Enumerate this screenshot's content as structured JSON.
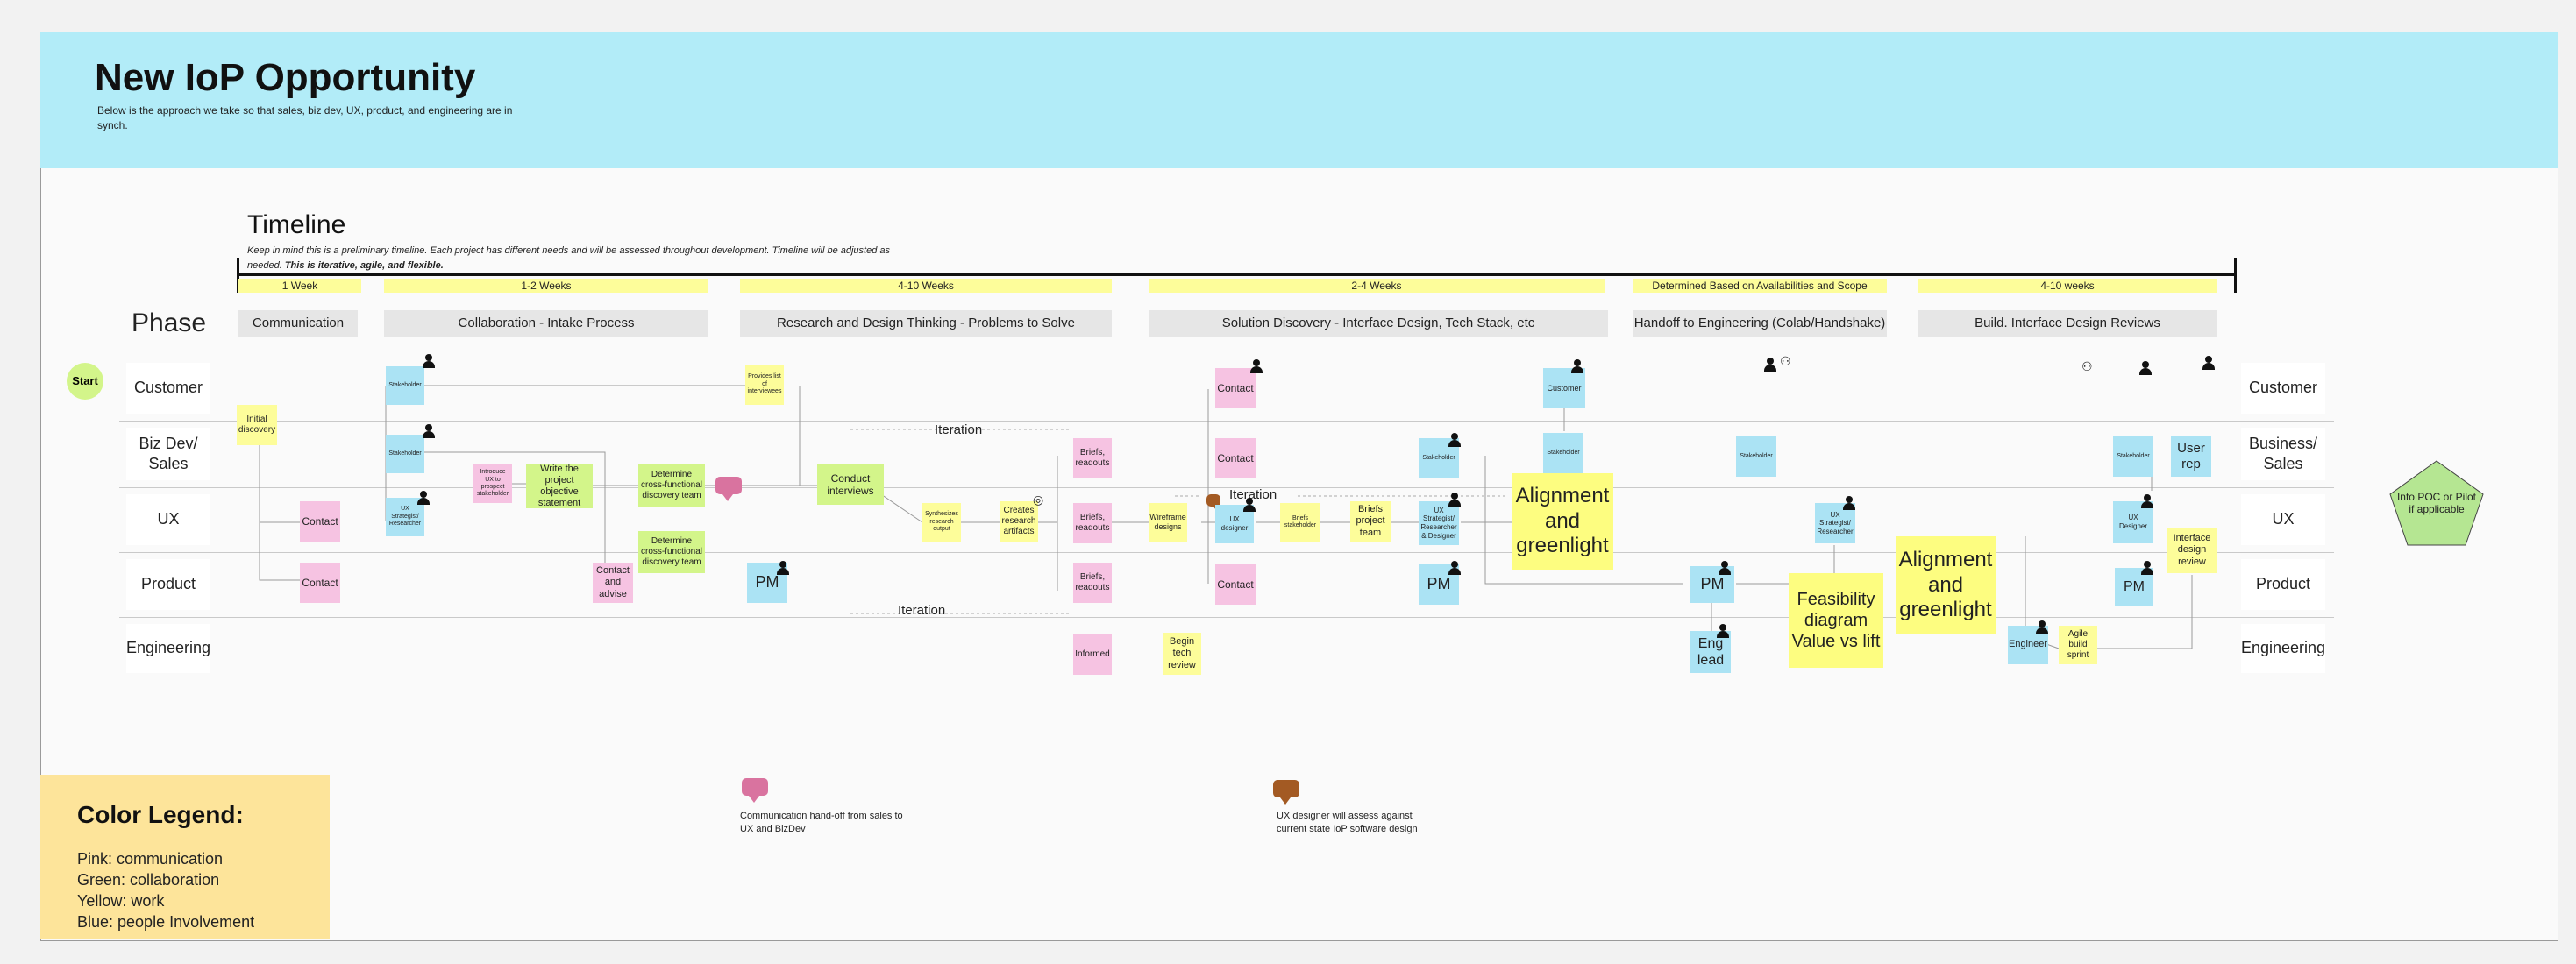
{
  "header": {
    "title": "New IoP Opportunity",
    "subtitle": "Below is the approach we take so that sales, biz dev, UX, product, and engineering are in synch."
  },
  "timeline": {
    "title": "Timeline",
    "desc_italic": "Keep in mind this is a preliminary timeline. Each project has different needs and will be assessed throughout development.  Timeline will be adjusted as needed. ",
    "desc_bold": "This is iterative, agile, and flexible.",
    "durations": [
      "1 Week",
      "1-2 Weeks",
      "4-10 Weeks",
      "2-4 Weeks",
      "Determined Based on Availabilities and Scope",
      "4-10 weeks"
    ]
  },
  "phase_label": "Phase",
  "phases": [
    "Communication",
    "Collaboration - Intake Process",
    "Research and Design Thinking - Problems to Solve",
    "Solution Discovery - Interface Design, Tech Stack, etc",
    "Handoff to Engineering (Colab/Handshake)",
    "Build.  Interface Design Reviews"
  ],
  "start": "Start",
  "rows_left": [
    "Customer",
    "Biz Dev/ Sales",
    "UX",
    "Product",
    "Engineering"
  ],
  "rows_right": [
    "Customer",
    "Business/ Sales",
    "UX",
    "Product",
    "Engineering"
  ],
  "iterations": [
    "Iteration",
    "Iteration",
    "Iteration"
  ],
  "notes": {
    "initial_discovery": "Initial discovery",
    "ux_contact": "Contact",
    "product_contact": "Contact",
    "cust_stakeholder": "Stakeholder",
    "biz_stakeholder": "Stakeholder",
    "ux_strategist": "UX Strategist/ Researcher",
    "introduce_ux": "Introduce UX to prospect stakeholder",
    "write_objective": "Write the project objective statement",
    "determine_team1": "Determine cross-functional discovery team",
    "determine_team2": "Determine cross-functional discovery team",
    "contact_advise": "Contact and advise",
    "provides_list": "Provides list of interviewees",
    "pm1": "PM",
    "conduct_interviews": "Conduct interviews",
    "synthesizes": "Synthesizes research output",
    "creates_artifacts": "Creates research artifacts",
    "briefs_readouts1": "Briefs, readouts",
    "briefs_readouts2": "Briefs, readouts",
    "briefs_readouts3": "Briefs, readouts",
    "informed": "Informed",
    "wireframe": "Wireframe designs",
    "begin_tech": "Begin tech review",
    "cust_contact2": "Contact",
    "biz_contact2": "Contact",
    "ux_designer": "UX designer",
    "briefs_stakeholder": "Briefs stakeholder",
    "briefs_team": "Briefs project team",
    "product_contact2": "Contact",
    "biz_stakeholder2": "Stakeholder",
    "ux_strategist2": "UX Strategist/ Researcher & Designer",
    "pm2": "PM",
    "cust_customer": "Customer",
    "biz_stakeholder3": "Stakeholder",
    "align1": "Alignment and greenlight",
    "pm3": "PM",
    "eng_lead": "Eng lead",
    "feasibility": "Feasibility diagram Value vs lift",
    "biz_stakeholder4": "Stakeholder",
    "ux_strategist3": "UX Strategist/ Researcher",
    "align2": "Alignment and greenlight",
    "engineer": "Engineer",
    "agile_sprint": "Agile build sprint",
    "biz_stakeholder5": "Stakeholder",
    "user_rep": "User rep",
    "ux_designer2": "UX Designer",
    "interface_review": "Interface design review",
    "pm4": "PM"
  },
  "end_pentagon": "Into POC or Pilot if applicable",
  "legend": {
    "title": "Color Legend:",
    "items": [
      "Pink: communication",
      "Green: collaboration",
      "Yellow:  work",
      "Blue: people Involvement"
    ]
  },
  "callouts": [
    {
      "text": "Communication hand-off from sales to UX and BizDev",
      "color": "#d9739f"
    },
    {
      "text": "UX designer will assess against current state IoP software design",
      "color": "#a35a23"
    }
  ],
  "colors": {
    "header": "#b2ecf8",
    "pink": "#f6c3e2",
    "yellow": "#fdfd9a",
    "blue": "#abe3f4",
    "green": "#d3f58a",
    "legend": "#fde49a"
  }
}
